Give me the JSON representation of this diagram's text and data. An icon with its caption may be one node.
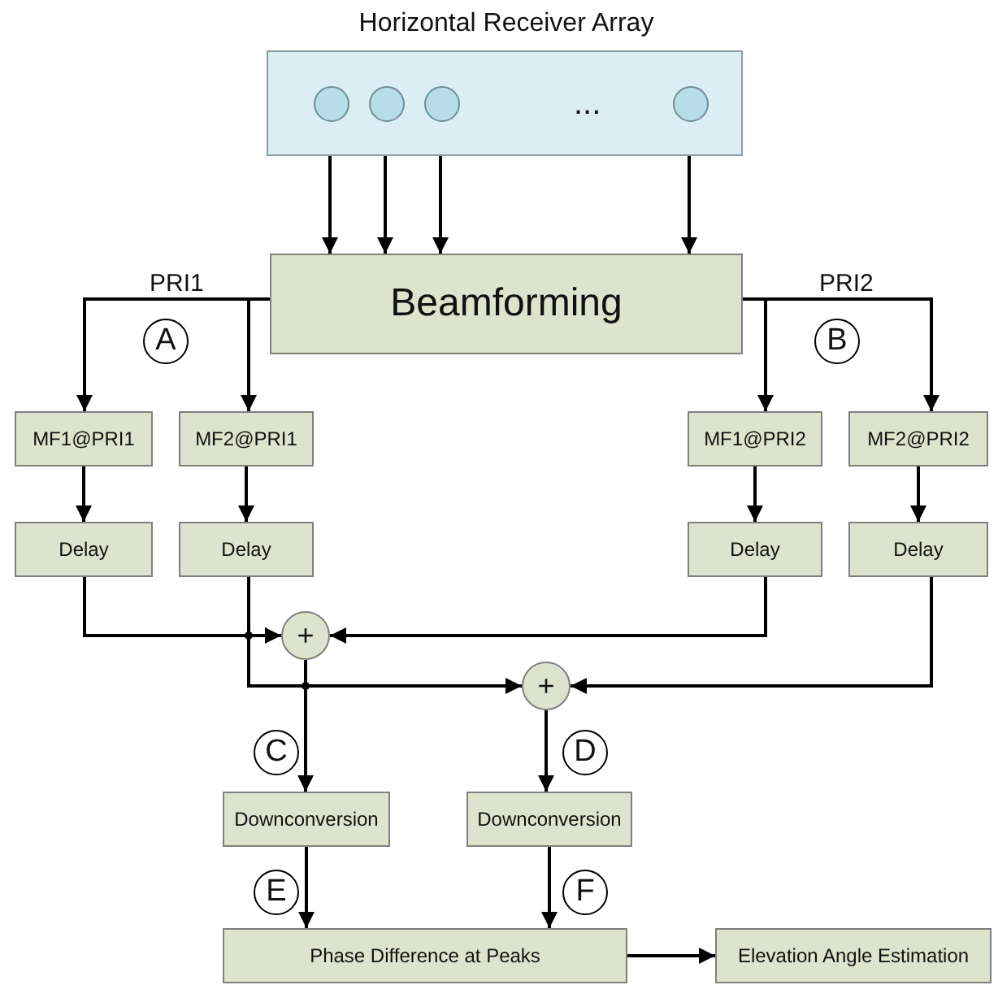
{
  "diagram": {
    "nodes": [
      {
        "text": [
          "Horizontal Receiver Array"
        ]
      },
      {
        "text": [],
        "shape": "circle",
        "in": 0
      },
      {
        "text": [],
        "shape": "circle",
        "in": 0
      },
      {
        "text": [],
        "shape": "circle",
        "in": 0
      },
      {
        "text": [],
        "shape": "circle",
        "in": 0
      },
      {
        "text": [
          "Beamforming"
        ]
      },
      {
        "text": [
          "MF1@PRI1"
        ]
      },
      {
        "text": [
          "MF2@PRI1"
        ]
      },
      {
        "text": [
          "MF1@PRI2"
        ]
      },
      {
        "text": [
          "MF2@PRI2"
        ]
      },
      {
        "text": [
          "Delay"
        ]
      },
      {
        "text": [
          "Delay"
        ]
      },
      {
        "text": [
          "Delay"
        ]
      },
      {
        "text": [
          "Delay"
        ]
      },
      {
        "text": [
          "+"
        ]
      },
      {
        "text": [
          "+"
        ]
      },
      {
        "text": [
          "Downconversion"
        ]
      },
      {
        "text": [
          "Downconversion"
        ]
      },
      {
        "text": [
          "Phase Difference at Peaks"
        ]
      },
      {
        "text": [
          "Elevation Angle Estimation"
        ]
      },
      {
        "text": [
          "A"
        ]
      },
      {
        "text": [
          "B"
        ]
      },
      {
        "text": [
          "C"
        ]
      },
      {
        "text": [
          "D"
        ]
      },
      {
        "text": [
          "E"
        ]
      },
      {
        "text": [
          "F"
        ]
      }
    ],
    "edges": [
      {
        "from": 1,
        "to": 5,
        "arrow": "to"
      },
      {
        "from": 2,
        "to": 5,
        "arrow": "to"
      },
      {
        "from": 3,
        "to": 5,
        "arrow": "to"
      },
      {
        "from": 4,
        "to": 5,
        "arrow": "to"
      },
      {
        "from": 5,
        "to": 6,
        "arrow": "to"
      },
      {
        "from": 5,
        "to": 7,
        "arrow": "to"
      },
      {
        "from": 5,
        "to": 8,
        "arrow": "to"
      },
      {
        "from": 5,
        "to": 9,
        "arrow": "to"
      },
      {
        "from": 6,
        "to": 10,
        "arrow": "to"
      },
      {
        "from": 7,
        "to": 11,
        "arrow": "to"
      },
      {
        "from": 8,
        "to": 12,
        "arrow": "to"
      },
      {
        "from": 9,
        "to": 13,
        "arrow": "to"
      },
      {
        "from": 10,
        "to": 14,
        "arrow": "to"
      },
      {
        "from": 12,
        "to": 14,
        "arrow": "to"
      },
      {
        "from": 11,
        "to": 15,
        "arrow": "to"
      },
      {
        "from": 13,
        "to": 15,
        "arrow": "to"
      },
      {
        "from": 14,
        "to": 16,
        "arrow": "to"
      },
      {
        "from": 15,
        "to": 17,
        "arrow": "to"
      },
      {
        "from": 16,
        "to": 18,
        "arrow": "to"
      },
      {
        "from": 17,
        "to": 18,
        "arrow": "to"
      },
      {
        "from": 18,
        "to": 19,
        "arrow": "to"
      }
    ],
    "labels": [
      "...",
      "PRI1",
      "PRI2"
    ]
  }
}
